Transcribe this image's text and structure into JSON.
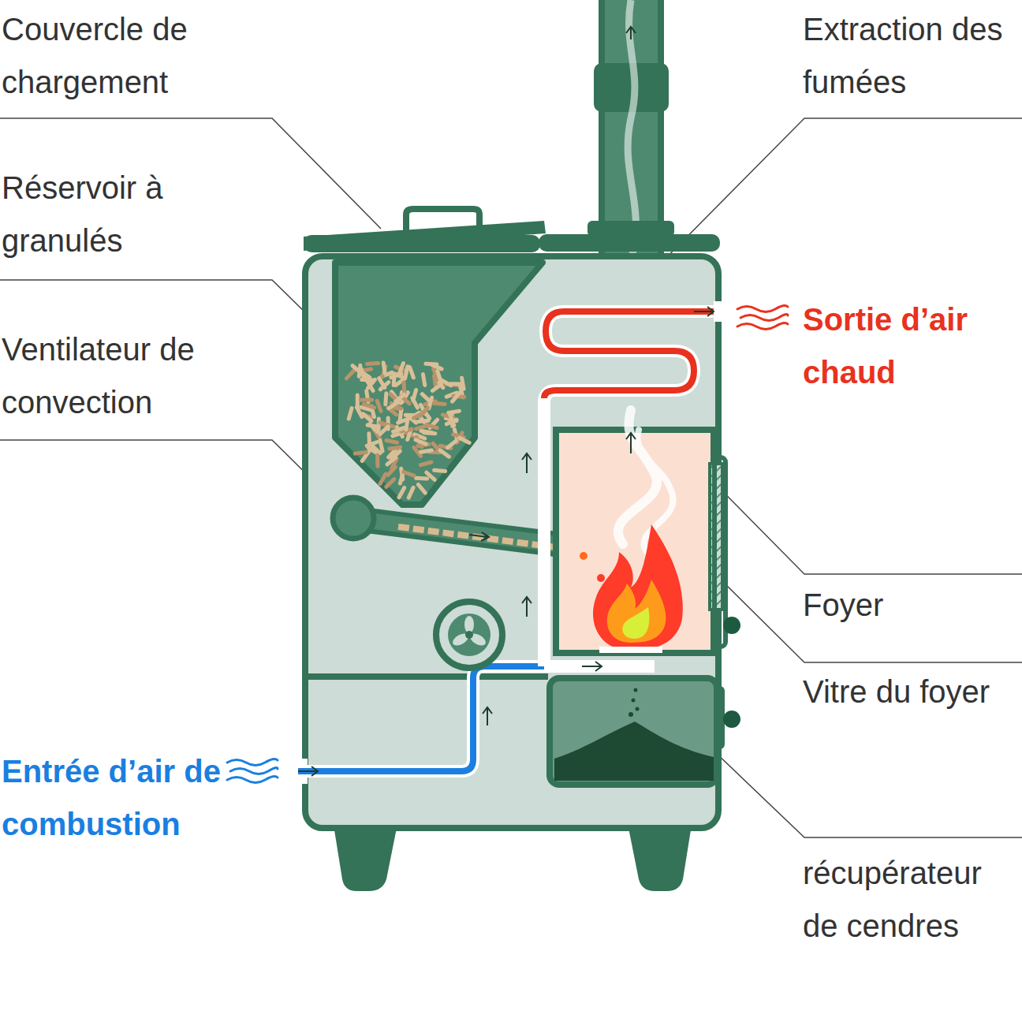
{
  "diagram": {
    "labels": [
      "Couvercle de chargement",
      "Réservoir à granulés",
      "Ventilateur de convection",
      "Entrée d’air de combustion",
      "Extraction des fumées",
      "Sortie d’air chaud",
      "Foyer",
      "Vitre du foyer",
      "récupérateur de cendres"
    ]
  }
}
